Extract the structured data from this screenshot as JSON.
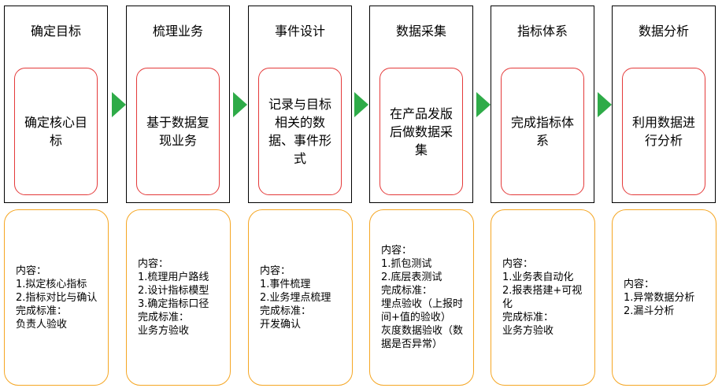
{
  "stages": [
    {
      "title": "确定目标",
      "inner": "确定核心目标",
      "lines": [
        "内容：",
        "1.拟定核心指标",
        "2.指标对比与确认",
        "完成标准：",
        "负责人验收"
      ]
    },
    {
      "title": "梳理业务",
      "inner": "基于数据复现业务",
      "lines": [
        "内容：",
        "1.梳理用户路线",
        "2.设计指标模型",
        "3.确定指标口径",
        "完成标准：",
        "业务方验收"
      ]
    },
    {
      "title": "事件设计",
      "inner": "记录与目标相关的数据、事件形式",
      "lines": [
        "内容：",
        "1.事件梳理",
        "2.业务埋点梳理",
        "完成标准：",
        "开发确认"
      ]
    },
    {
      "title": "数据采集",
      "inner": "在产品发版后做数据采集",
      "lines": [
        "内容：",
        "1.抓包测试",
        "2.底层表测试",
        "完成标准：",
        "埋点验收（上报时间+值的验收）",
        "灰度数据验收（数据是否异常）"
      ]
    },
    {
      "title": "指标体系",
      "inner": "完成指标体系",
      "lines": [
        "内容：",
        "1.业务表自动化",
        "2.报表搭建+可视化",
        "完成标准：",
        "业务方验收"
      ]
    },
    {
      "title": "数据分析",
      "inner": "利用数据进行分析",
      "lines": [
        "内容：",
        "1.异常数据分析",
        "2.漏斗分析"
      ]
    }
  ],
  "colors": {
    "inner_border": "#e43a3a",
    "card_border": "#f5a623",
    "arrow": "#2eab48"
  }
}
